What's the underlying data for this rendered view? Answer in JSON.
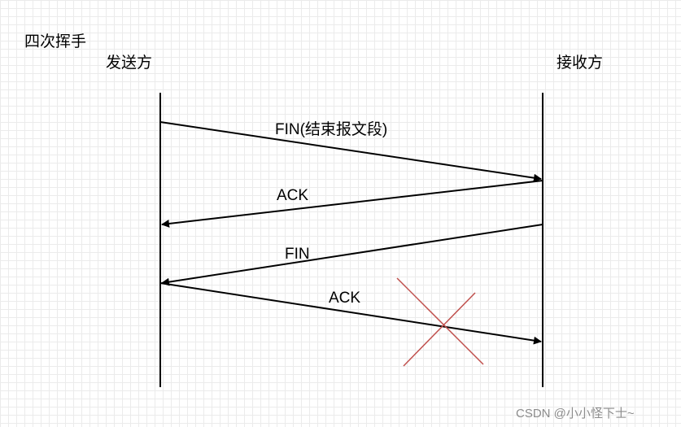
{
  "title": "四次挥手",
  "sender": "发送方",
  "receiver": "接收方",
  "messages": [
    {
      "label": "FIN(结束报文段)",
      "direction": "sender-to-receiver"
    },
    {
      "label": "ACK",
      "direction": "receiver-to-sender"
    },
    {
      "label": "FIN",
      "direction": "receiver-to-sender"
    },
    {
      "label": "ACK",
      "direction": "sender-to-receiver",
      "lost": true
    }
  ],
  "lost_mark_color": "#c0504d",
  "watermark": "CSDN @小小怪下士~"
}
